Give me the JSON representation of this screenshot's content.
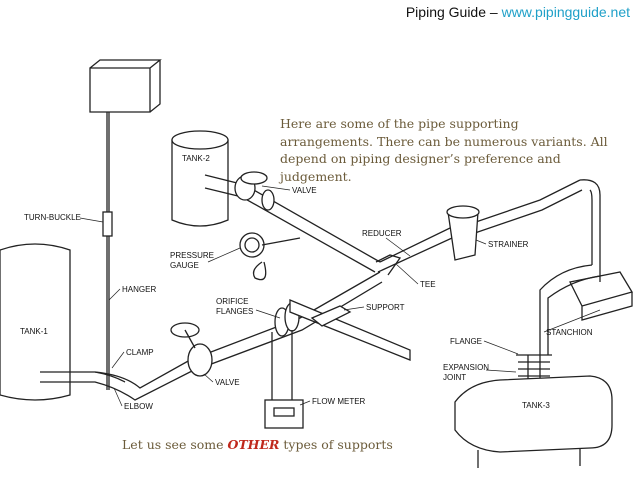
{
  "header": {
    "prefix": "Piping Guide – ",
    "link": "www.pipingguide.net"
  },
  "note": "Here are some of the pipe supporting arrangements. There can be numerous variants. All depend on piping designer’s preference and judgement.",
  "footer": {
    "before": "Let us see some ",
    "emphasis": "OTHER",
    "after": " types of supports"
  },
  "labels": {
    "tank2": "TANK-2",
    "valve_top": "VALVE",
    "turn_buckle": "TURN-BUCKLE",
    "reducer": "REDUCER",
    "strainer": "STRAINER",
    "pressure": "PRESSURE",
    "gauge": "GAUGE",
    "tee": "TEE",
    "hanger": "HANGER",
    "orifice": "ORIFICE",
    "flanges": "FLANGES",
    "support": "SUPPORT",
    "tank1": "TANK-1",
    "stanchion": "STANCHION",
    "clamp": "CLAMP",
    "flange": "FLANGE",
    "valve_bottom": "VALVE",
    "expansion": "EXPANSION",
    "joint": "JOINT",
    "elbow": "ELBOW",
    "flow_meter": "FLOW METER",
    "tank3": "TANK-3"
  }
}
